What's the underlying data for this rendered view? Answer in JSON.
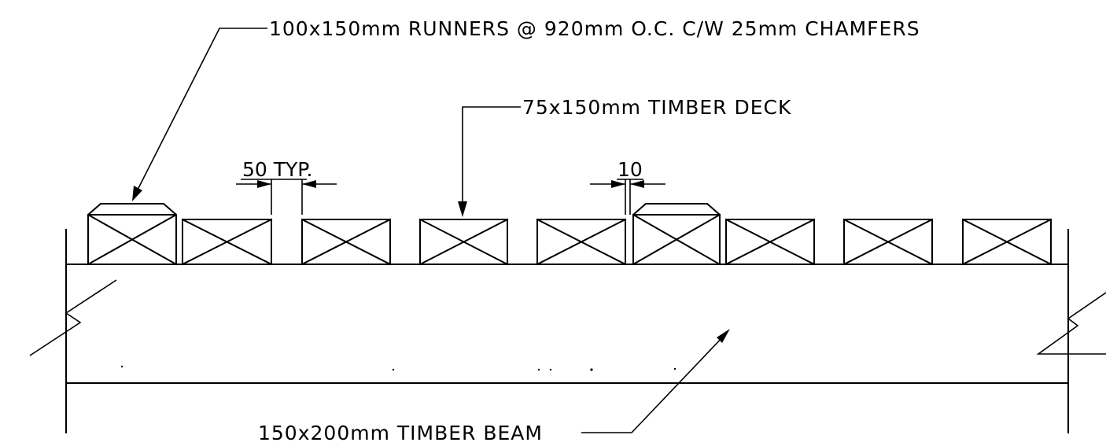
{
  "labels": {
    "runners": "100x150mm RUNNERS @ 920mm O.C. C/W 25mm CHAMFERS",
    "deck": "75x150mm TIMBER DECK",
    "beam": "150x200mm TIMBER BEAM",
    "gap_dim": "50 TYP.",
    "small_dim": "10"
  }
}
